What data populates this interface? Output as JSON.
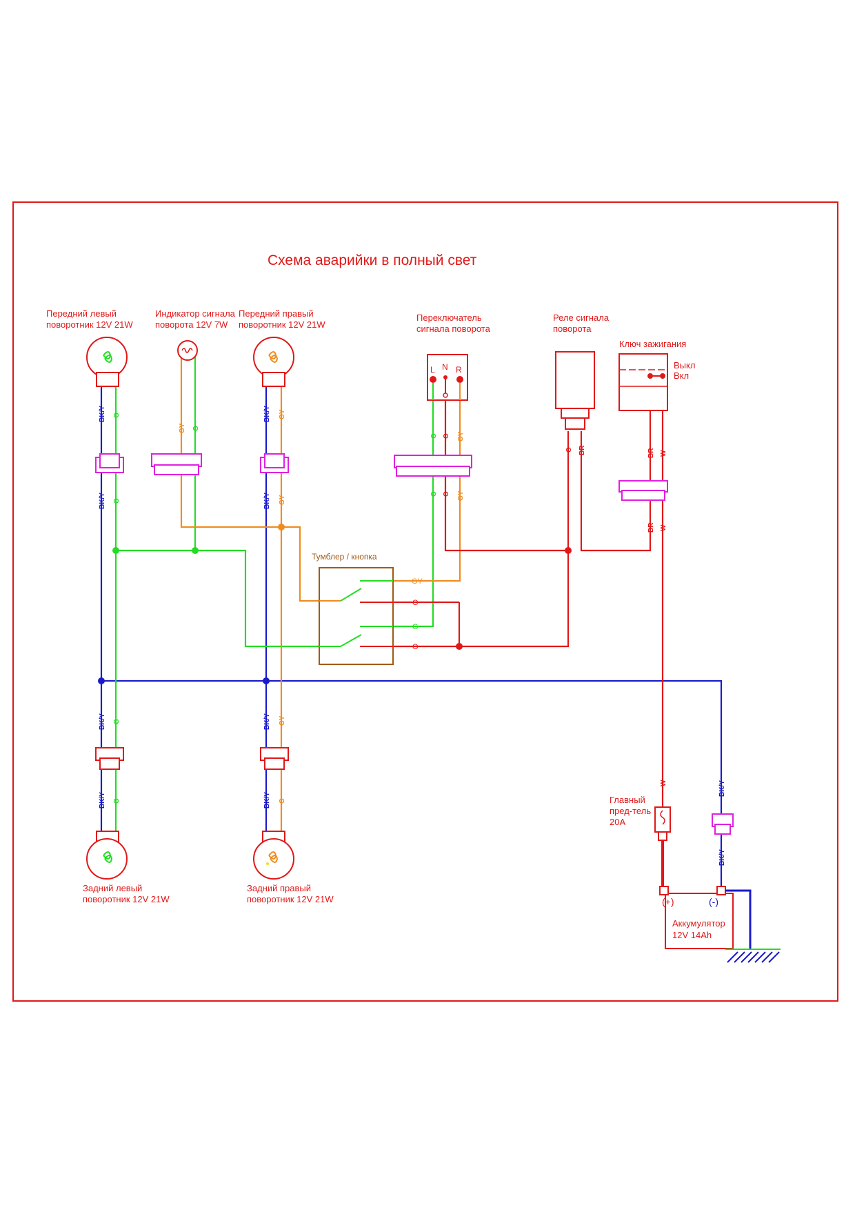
{
  "title": "Схема аварийки в полный свет",
  "components": {
    "front_left": {
      "line1": "Передний левый",
      "line2": "поворотник 12V 21W"
    },
    "indicator": {
      "line1": "Индикатор сигнала",
      "line2": "поворота 12V 7W"
    },
    "front_right": {
      "line1": "Передний правый",
      "line2": "поворотник 12V 21W"
    },
    "turn_switch": {
      "line1": "Переключатель",
      "line2": "сигнала поворота",
      "pin_l": "L",
      "pin_n": "N",
      "pin_r": "R"
    },
    "relay": {
      "line1": "Реле сигнала",
      "line2": "поворота"
    },
    "ignition": {
      "title": "Ключ зажигания",
      "off": "Выкл",
      "on": "Вкл"
    },
    "toggle": {
      "title": "Тумблер / кнопка",
      "pin1": "GY",
      "pin2": "O",
      "pin3": "G",
      "pin4": "O"
    },
    "rear_left": {
      "line1": "Задний левый",
      "line2": "поворотник 12V 21W"
    },
    "rear_right": {
      "line1": "Задний правый",
      "line2": "поворотник 12V 21W"
    },
    "fuse": {
      "line1": "Главный",
      "line2": "пред-тель",
      "line3": "20A"
    },
    "battery": {
      "plus": "(+)",
      "minus": "(-)",
      "line1": "Аккумулятор",
      "line2": "12V 14Ah"
    }
  },
  "wire_labels": {
    "bky": "BK/Y",
    "g": "G",
    "gy": "GY",
    "o": "O",
    "br": "BR",
    "w": "W"
  },
  "colors": {
    "frame": "#e01818",
    "red": "#e01818",
    "blue": "#1a1acc",
    "green": "#22dd22",
    "orange": "#f08c1e",
    "magenta": "#e020e0",
    "brown": "#a05a14"
  }
}
